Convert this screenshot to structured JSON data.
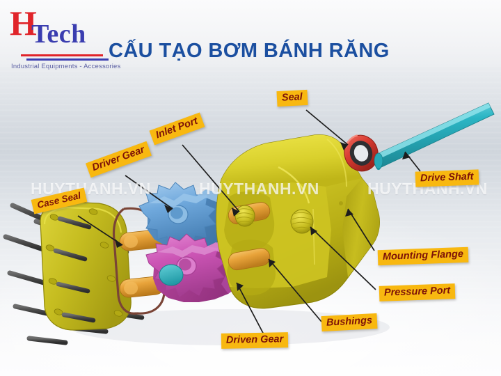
{
  "page": {
    "title": "CẤU TẠO BƠM BÁNH RĂNG",
    "background_top_color": "#f3f4f6",
    "background_bottom_color": "#fdfdfe"
  },
  "logo": {
    "letter_h": "H",
    "word_tech": "Tech",
    "tagline": "Industrial Equipments - Accessories",
    "h_color": "#e0242a",
    "tech_color": "#3a3db0",
    "tagline_color": "#5b5fa3"
  },
  "watermarks": [
    {
      "text": "HUYTHANH.VN"
    },
    {
      "text": "HUYTHANH.VN"
    },
    {
      "text": "HUYTHANH.VN"
    }
  ],
  "diagram": {
    "subject": "gear pump exploded view",
    "label_bg_color": "#f8b810",
    "label_text_color": "#7d1208",
    "parts": {
      "case_seal": "Case Seal",
      "driver_gear": "Driver Gear",
      "inlet_port": "Inlet Port",
      "seal": "Seal",
      "drive_shaft": "Drive Shaft",
      "mounting_flange": "Mounting Flange",
      "pressure_port": "Pressure Port",
      "bushings": "Bushings",
      "driven_gear": "Driven Gear"
    },
    "colors": {
      "body": "#c9c019",
      "driver_gear": "#6fa8dc",
      "driven_gear": "#cc55b5",
      "bushing": "#e8a33a",
      "shaft": "#2bb5c4",
      "seal_ring": "#d93b32",
      "bolts": "#4a4a4a",
      "case_seal_wire": "#7a4436"
    }
  }
}
